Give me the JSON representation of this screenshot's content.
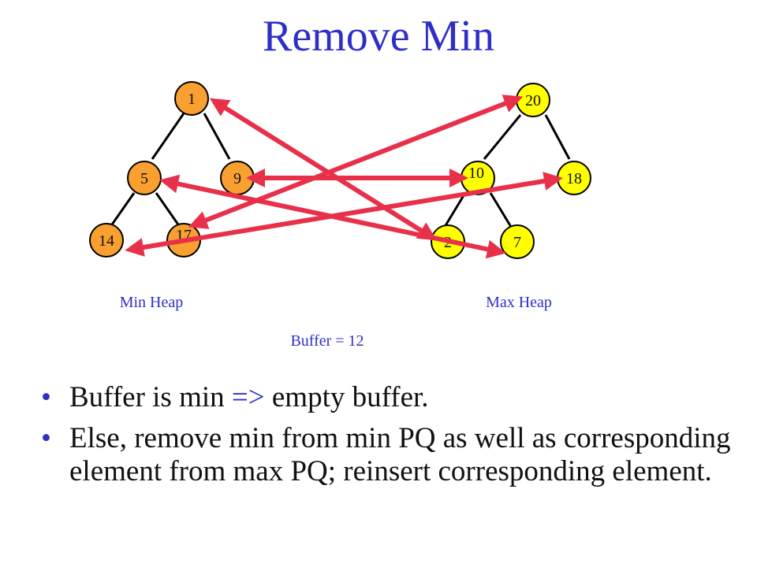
{
  "title": "Remove Min",
  "colors": {
    "title": "#2f2fc8",
    "min_node_fill": "#f9a030",
    "max_node_fill": "#ffff00",
    "edge": "#000000",
    "link": "#e8304a",
    "caption": "#2f2fc8"
  },
  "min_heap": {
    "label": "Min Heap",
    "nodes": [
      "1",
      "5",
      "9",
      "14",
      "17"
    ]
  },
  "max_heap": {
    "label": "Max Heap",
    "nodes": [
      "20",
      "10",
      "18",
      "2",
      "7"
    ]
  },
  "buffer_label": "Buffer = 12",
  "bullets": [
    {
      "before": "Buffer is min ",
      "arrow": "=>",
      "after": " empty buffer."
    },
    {
      "text": "Else, remove min from min PQ as well as corresponding element from max PQ; reinsert corresponding element."
    }
  ]
}
